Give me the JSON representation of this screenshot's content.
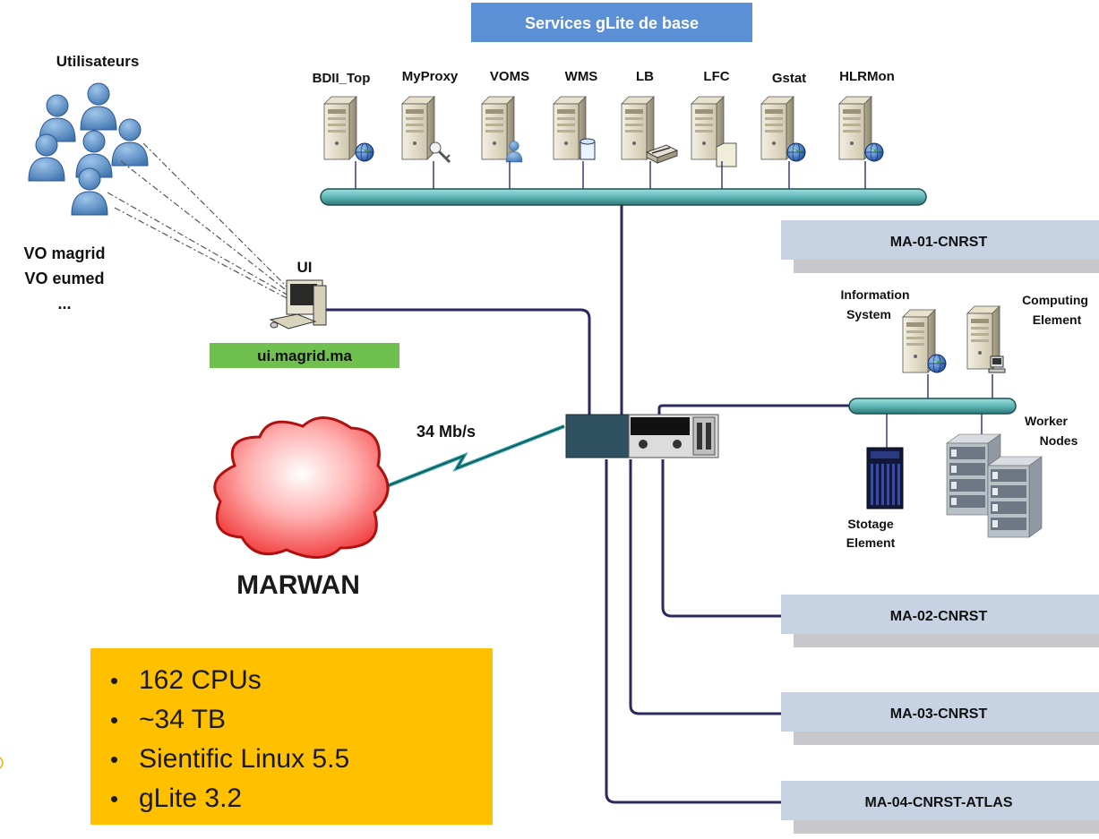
{
  "header_banner": {
    "label": "Services gLite de base",
    "color": "#5b8fd6"
  },
  "services": [
    {
      "label": "BDII_Top",
      "badge": "globe"
    },
    {
      "label": "MyProxy",
      "badge": "key"
    },
    {
      "label": "VOMS",
      "badge": "person"
    },
    {
      "label": "WMS",
      "badge": "database"
    },
    {
      "label": "LB",
      "badge": "scanner"
    },
    {
      "label": "LFC",
      "badge": "folder"
    },
    {
      "label": "Gstat",
      "badge": "globe"
    },
    {
      "label": "HLRMon",
      "badge": "globe"
    }
  ],
  "users": {
    "title": "Utilisateurs",
    "vo_lines": [
      "VO magrid",
      "VO eumed",
      "..."
    ]
  },
  "ui": {
    "title": "UI",
    "host": "ui.magrid.ma",
    "host_color": "#70c050"
  },
  "wan": {
    "speed": "34 Mb/s",
    "name": "MARWAN",
    "cloud_color": "#ee2222"
  },
  "sites": [
    {
      "label": "MA-01-CNRST"
    },
    {
      "label": "MA-02-CNRST"
    },
    {
      "label": "MA-03-CNRST"
    },
    {
      "label": "MA-04-CNRST-ATLAS"
    }
  ],
  "site_detail": {
    "info_system": [
      "Information",
      "System"
    ],
    "computing_element": [
      "Computing",
      "Element"
    ],
    "worker_nodes": [
      "Worker",
      "Nodes"
    ],
    "storage_element": [
      "Stotage",
      "Element"
    ]
  },
  "summary": {
    "items": [
      "162 CPUs",
      "~34 TB",
      "Sientific Linux 5.5",
      "gLite 3.2"
    ],
    "color": "#ffc000"
  }
}
